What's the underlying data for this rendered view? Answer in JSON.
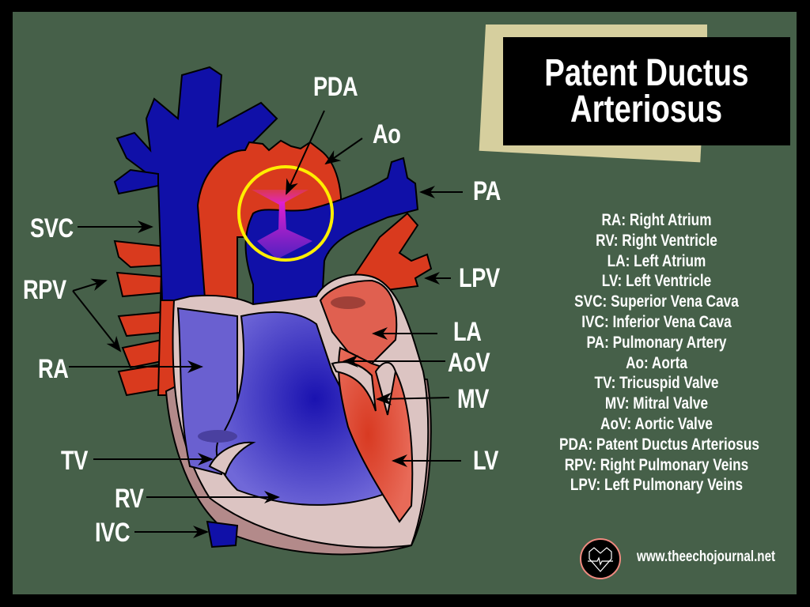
{
  "title": {
    "line1": "Patent Ductus",
    "line2": "Arteriosus"
  },
  "diagram_labels": {
    "pda": "PDA",
    "ao": "Ao",
    "pa": "PA",
    "svc": "SVC",
    "rpv": "RPV",
    "lpv": "LPV",
    "la": "LA",
    "aov": "AoV",
    "ra": "RA",
    "mv": "MV",
    "tv": "TV",
    "lv": "LV",
    "rv": "RV",
    "ivc": "IVC"
  },
  "legend": [
    "RA: Right Atrium",
    "RV: Right Ventricle",
    "LA: Left Atrium",
    "LV: Left Ventricle",
    "SVC: Superior Vena Cava",
    "IVC: Inferior Vena Cava",
    "PA: Pulmonary Artery",
    "Ao: Aorta",
    "TV: Tricuspid Valve",
    "MV: Mitral Valve",
    "AoV: Aortic Valve",
    "PDA: Patent Ductus Arteriosus",
    "RPV: Right Pulmonary Veins",
    "LPV: Left Pulmonary Veins"
  ],
  "footer": {
    "logo_icon": "heart-ecg-icon",
    "website": "www.theechojournal.net"
  },
  "colors": {
    "background": "#466049",
    "frame": "#000000",
    "title_box": "#000000",
    "title_accent": "#d6cf9e",
    "deoxygenated": "#1010a8",
    "oxygenated": "#d93a1e",
    "pda_highlight": "#ffee00",
    "pda_shunt": "#e020d0",
    "heart_wall": "#dcc4c2"
  }
}
